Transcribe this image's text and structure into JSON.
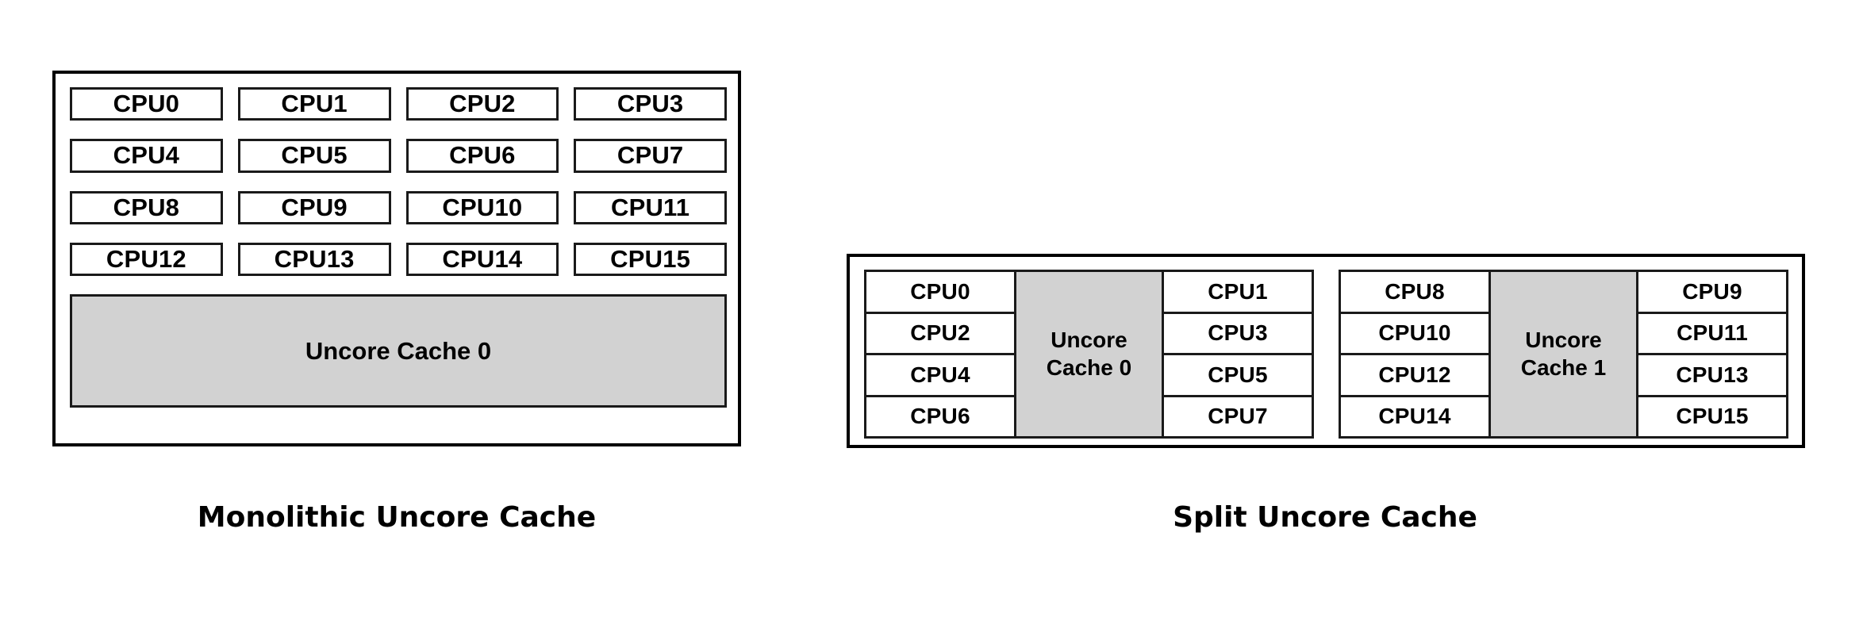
{
  "diagram": {
    "title_left": "Monolithic Uncore Cache",
    "title_right": "Split Uncore Cache",
    "colors": {
      "cache_fill": "#d2d2d2",
      "cell_fill": "#ffffff",
      "stroke": "#000000"
    },
    "monolithic": {
      "cpus": [
        "CPU0",
        "CPU1",
        "CPU2",
        "CPU3",
        "CPU4",
        "CPU5",
        "CPU6",
        "CPU7",
        "CPU8",
        "CPU9",
        "CPU10",
        "CPU11",
        "CPU12",
        "CPU13",
        "CPU14",
        "CPU15"
      ],
      "cache_label": "Uncore Cache 0"
    },
    "split": {
      "halves": [
        {
          "left_column": [
            "CPU0",
            "CPU2",
            "CPU4",
            "CPU6"
          ],
          "cache_label": "Uncore Cache 0",
          "right_column": [
            "CPU1",
            "CPU3",
            "CPU5",
            "CPU7"
          ]
        },
        {
          "left_column": [
            "CPU8",
            "CPU10",
            "CPU12",
            "CPU14"
          ],
          "cache_label": "Uncore Cache 1",
          "right_column": [
            "CPU9",
            "CPU11",
            "CPU13",
            "CPU15"
          ]
        }
      ]
    }
  }
}
